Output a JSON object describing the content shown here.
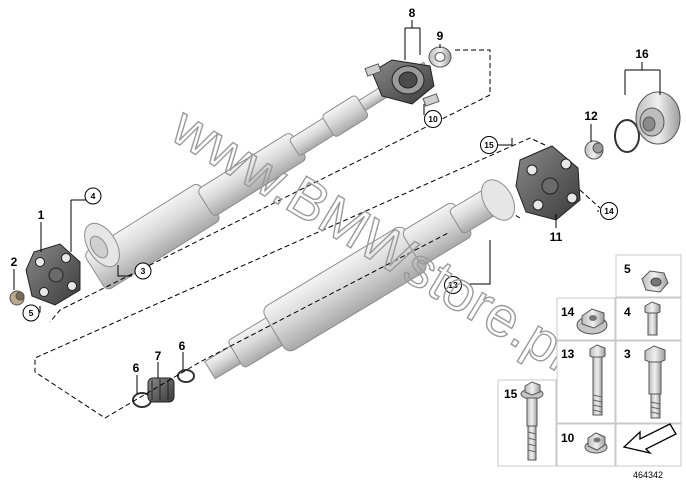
{
  "diagram": {
    "part_numbers": {
      "p1": "1",
      "p2": "2",
      "p3": "3",
      "p4": "4",
      "p5": "5",
      "p6a": "6",
      "p6b": "6",
      "p7": "7",
      "p8": "8",
      "p9": "9",
      "p10": "10",
      "p11": "11",
      "p12": "12",
      "p13": "13",
      "p14": "14",
      "p15": "15",
      "p16": "16"
    },
    "circled_refs": {
      "c4": "4",
      "c3": "3",
      "c5": "5",
      "c10": "10",
      "c15": "15",
      "c14": "14",
      "c13": "13"
    },
    "watermark": "www.BMWstore.pl",
    "reference_number": "464342"
  },
  "hardware_table": {
    "t5": "5",
    "t14": "14",
    "t4": "4",
    "t13": "13",
    "t3": "3",
    "t15": "15",
    "t10": "10"
  }
}
